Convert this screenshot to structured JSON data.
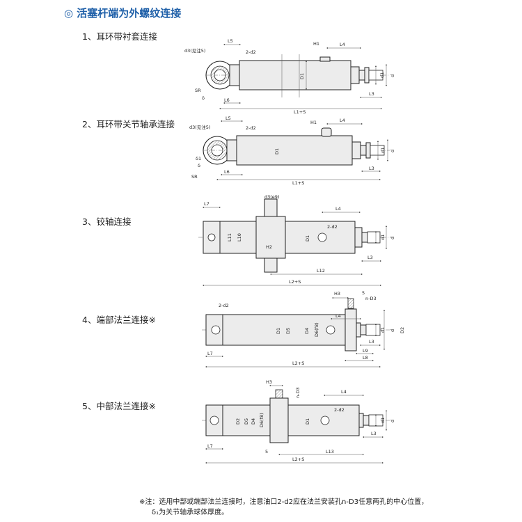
{
  "title": "◎ 活塞杆端为外螺纹连接",
  "sections": [
    {
      "label": "1、耳环带衬套连接",
      "dims": {
        "d3": "d3(见注5)",
        "L5": "L5",
        "d2": "2-d2",
        "H1": "H1",
        "L4": "L4",
        "SR": "SR",
        "delta": "δ",
        "L6": "L6",
        "L1S": "L1+S",
        "L3": "L3",
        "D1": "D1",
        "d": "d",
        "d1": "d1"
      }
    },
    {
      "label": "2、耳环带关节轴承连接",
      "dims": {
        "d3": "d3(见注5)",
        "L5": "L5",
        "d2": "2-d2",
        "H1": "H1",
        "L4": "L4",
        "delta1": "δ1",
        "delta": "δ",
        "SR": "SR",
        "L6": "L6",
        "L1S": "L1+S",
        "L3": "L3",
        "D1": "D1",
        "d": "d",
        "d1": "d1"
      }
    },
    {
      "label": "3、铰轴连接",
      "dims": {
        "L7": "L7",
        "d3": "d3(e9)",
        "L4": "L4",
        "d2": "2-d2",
        "L11": "L11",
        "L10": "L10",
        "H2": "H2",
        "D1": "D1",
        "d": "d",
        "d1": "d1",
        "L3": "L3",
        "L12": "L12",
        "L2S": "L2+S"
      }
    },
    {
      "label": "4、端部法兰连接※",
      "dims": {
        "H3": "H3",
        "five": "5",
        "nD3": "n-D3",
        "d2": "2-d2",
        "L4": "L4",
        "D1": "D1",
        "D5": "D5",
        "D4": "D4",
        "D6": "D6(f8)",
        "d1": "d1",
        "d": "d",
        "D2": "D2",
        "L3": "L3",
        "L7": "L7",
        "L9": "L9",
        "L8": "L8",
        "L2S": "L2+S"
      }
    },
    {
      "label": "5、中部法兰连接※",
      "dims": {
        "H3": "H3",
        "nD3": "n-D3",
        "L4": "L4",
        "d2": "2-d2",
        "D2": "D2",
        "D5": "D5",
        "D4": "D4",
        "D6": "D6(f8)",
        "D1": "D1",
        "d1": "d1",
        "d": "d",
        "L3": "L3",
        "L7": "L7",
        "five": "5",
        "L13": "L13",
        "L2S": "L2+S"
      }
    }
  ],
  "notes": {
    "line1": "※注：选用中部或端部法兰连接时，注意油口2-d2应在法兰安装孔n-D3任意两孔的中心位置，",
    "line2": "δ₁为关节轴承球体厚度。"
  },
  "colors": {
    "title": "#1e5fa8",
    "line": "#222222",
    "body_fill": "#ececec"
  }
}
